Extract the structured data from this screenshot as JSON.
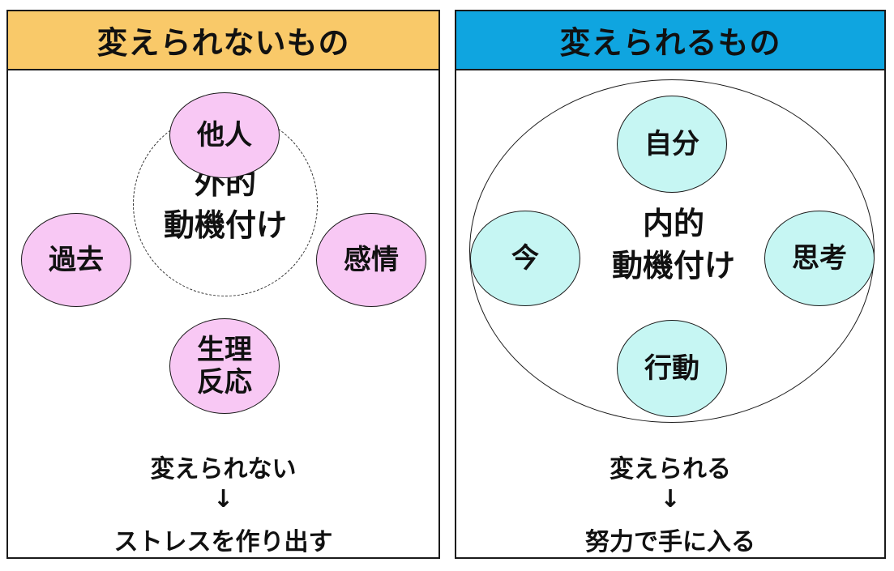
{
  "left_panel": {
    "title": "変えられないもの",
    "header_color": "#f9c969",
    "center": {
      "line1": "外的",
      "line2": "動機付け"
    },
    "nodes": {
      "top": "他人",
      "left": "過去",
      "right": "感情",
      "bottom_line1": "生理",
      "bottom_line2": "反応"
    },
    "node_color": "#f8c8f4",
    "caption": {
      "line1": "変えられない",
      "arrow": "↓",
      "line2": "ストレスを作り出す"
    }
  },
  "right_panel": {
    "title": "変えられるもの",
    "header_color": "#0fa5e0",
    "center": {
      "line1": "内的",
      "line2": "動機付け"
    },
    "nodes": {
      "top": "自分",
      "left": "今",
      "right": "思考",
      "bottom": "行動"
    },
    "node_color": "#c6f6f3",
    "caption": {
      "line1": "変えられる",
      "arrow": "↓",
      "line2": "努力で手に入る"
    }
  }
}
